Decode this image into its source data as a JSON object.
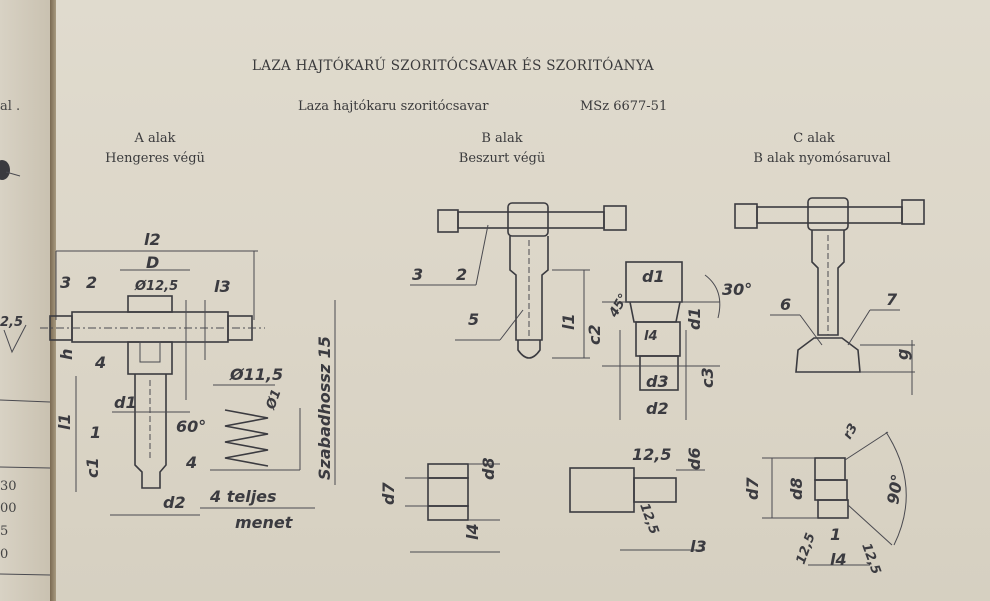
{
  "header": {
    "title": "LAZA HAJTÓKARÚ SZORITÓCSAVAR ÉS SZORITÓANYA",
    "subtitle": "Laza hajtókaru szoritócsavar",
    "standard": "MSz 6677-51"
  },
  "variants": [
    {
      "name": "A alak",
      "desc": "Hengeres végü"
    },
    {
      "name": "B alak",
      "desc": "Beszurt végü"
    },
    {
      "name": "C alak",
      "desc": "B alak nyomósaruval"
    }
  ],
  "left_page": {
    "text": "al .",
    "roughness": "2,5",
    "numbers": [
      "30",
      "00",
      "5",
      "0"
    ]
  },
  "drawing_a": {
    "l2": "l2",
    "D": "D",
    "d125": "Ø12,5",
    "l3": "l3",
    "n3": "3",
    "n2": "2",
    "h": "h",
    "n4": "4",
    "l1": "l1",
    "d1": "d1",
    "n1": "1",
    "a60": "60°",
    "c1": "c1",
    "d2": "d2",
    "spring_d": "Ø11,5",
    "wire_d": "Ø1",
    "spring_no": "4",
    "free_len": "Szabadhossz 15",
    "turns": "4 teljes",
    "turns2": "menet"
  },
  "drawing_b": {
    "n3": "3",
    "n2": "2",
    "n5": "5",
    "l1": "l1",
    "d1": "d1",
    "a30": "30°",
    "c2": "c2",
    "r": "45°",
    "d3": "d3",
    "c3": "c3",
    "d2": "d2",
    "l4": "l4",
    "d7": "d7",
    "d8": "d8",
    "l4b": "l4",
    "r125": "12,5",
    "d6": "d6",
    "r125b": "12,5",
    "l3": "l3"
  },
  "drawing_c": {
    "n6": "6",
    "n7": "7",
    "g": "g",
    "d7": "d7",
    "d8": "d8",
    "r3": "r3",
    "a90": "90°",
    "r125": "12,5",
    "n1": "1",
    "l4": "l4",
    "r125b": "12,5"
  }
}
